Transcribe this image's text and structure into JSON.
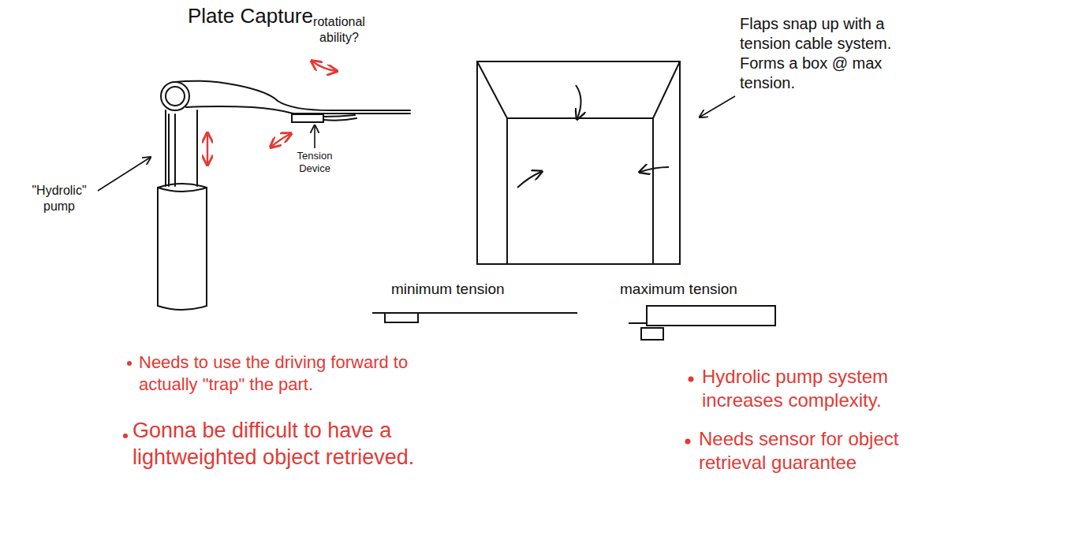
{
  "diagram": {
    "title": "Plate Capture",
    "labels": [
      "rotational ability?",
      "Tension Device",
      "\"Hydrolic\" pump",
      "Flaps snap up with a tension cable system. Forms a box @ max tension.",
      "minimum tension",
      "maximum tension",
      "Needs to use the driving forward to actually \"trap\" the part.",
      "Gonna be difficult to have a lightweighted object retrieved.",
      "Hydrolic pump system increases complexity.",
      "Needs sensor for object retrieval guarantee"
    ]
  }
}
